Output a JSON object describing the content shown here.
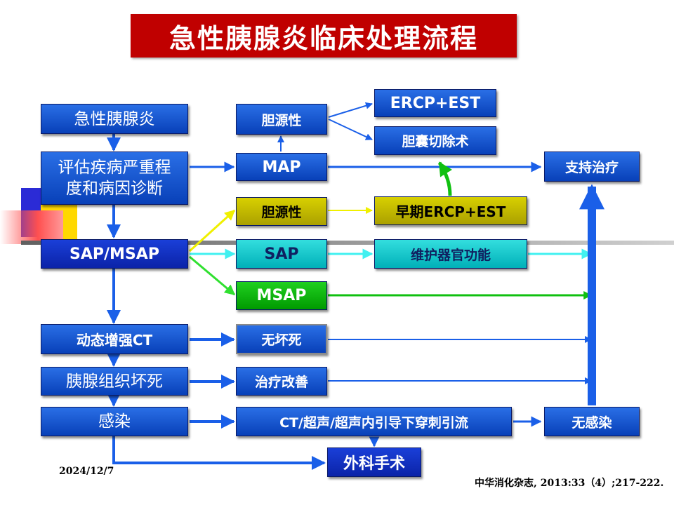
{
  "title": "急性胰腺炎临床处理流程",
  "boxes": {
    "acute_pancreatitis": "急性胰腺炎",
    "assess_line1": "评估疾病严重程",
    "assess_line2": "度和病因诊断",
    "sap_msap": "SAP/MSAP",
    "dynamic_ct": "动态增强CT",
    "necrosis": "胰腺组织坏死",
    "infection": "感染",
    "biliary_top": "胆源性",
    "map": "MAP",
    "biliary_mid": "胆源性",
    "sap": "SAP",
    "msap": "MSAP",
    "no_necrosis": "无坏死",
    "improve": "治疗改善",
    "ct_drainage": "CT/超声/超声内引导下穿刺引流",
    "surgery": "外科手术",
    "ercp_est": "ERCP+EST",
    "cholecystectomy": "胆囊切除术",
    "early_ercp": "早期ERCP+EST",
    "organ_support": "维护器官功能",
    "supportive": "支持治疗",
    "no_infection": "无感染"
  },
  "footer": {
    "date": "2024/12/7",
    "citation": "中华消化杂志, 2013:33（4）;217-222."
  },
  "colors": {
    "title_bg": "#c00000",
    "box_blue": "#0840b8",
    "box_olive": "#c0b800",
    "box_cyan": "#00c0c8",
    "box_green": "#00b000",
    "arrow_blue": "#1a5fe8",
    "arrow_yellow": "#f0f000",
    "arrow_cyan": "#40f0f0",
    "arrow_green": "#30e030",
    "arrow_bright_green": "#10c010"
  }
}
